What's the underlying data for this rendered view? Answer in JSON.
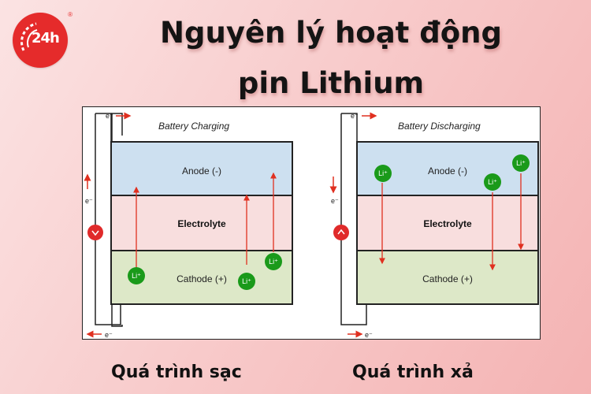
{
  "logo": {
    "text": "24h",
    "reg": "®"
  },
  "title": {
    "line1": "Nguyên lý hoạt động",
    "line2": "pin Lithium"
  },
  "diagram": {
    "electron_symbol": "e⁻",
    "ion_label": "Li⁺",
    "charging": {
      "heading": "Battery Charging",
      "anode": "Anode (-)",
      "electrolyte": "Electrolyte",
      "cathode": "Cathode (+)"
    },
    "discharging": {
      "heading": "Battery Discharging",
      "anode": "Anode (-)",
      "electrolyte": "Electrolyte",
      "cathode": "Cathode (+)"
    }
  },
  "captions": {
    "charging": "Quá trình sạc",
    "discharging": "Quá trình xả"
  },
  "colors": {
    "anode": "#cde0f0",
    "electrolyte": "#f8dede",
    "cathode": "#dde8c8",
    "ion": "#1a9a1a",
    "arrow": "#e03020",
    "bulb": "#e02a2a"
  }
}
